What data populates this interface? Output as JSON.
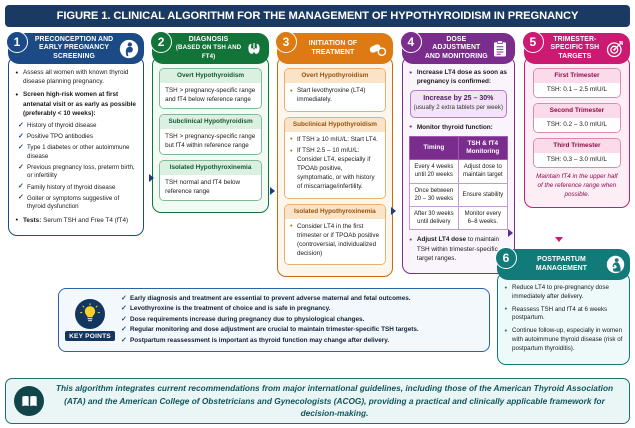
{
  "title": "FIGURE 1. CLINICAL ALGORITHM FOR THE MANAGEMENT OF HYPOTHYROIDISM IN PREGNANCY",
  "colors": {
    "title_bar": "#1b3a63",
    "step1": "#1b4a87",
    "step2": "#13743a",
    "step3": "#de7a13",
    "step4": "#7b2d8e",
    "step5": "#cc1a72",
    "step6": "#137a7a",
    "keypoints": "#12365f",
    "footer": "#1e7070"
  },
  "steps": [
    {
      "number": "1",
      "title": "PRECONCEPTION AND EARLY PREGNANCY SCREENING",
      "subtitle": "",
      "icon": "pregnant-woman-icon",
      "bullets": [
        "Assess all women with known thyroid disease planning pregnancy.",
        "Screen high-risk women at first antenatal visit or as early as possible (preferably < 10 weeks):"
      ],
      "bullet_strong_prefix": [
        "",
        "Screen high-risk women"
      ],
      "checks": [
        "History of thyroid disease",
        "Positive TPO antibodies",
        "Type 1 diabetes or other autoimmune disease",
        "Previous pregnancy loss, preterm birth, or infertility",
        "Family history of thyroid disease",
        "Goiter or symptoms suggestive of thyroid dysfunction"
      ],
      "tests_label": "Tests:",
      "tests_value": "Serum TSH and Free T4 (fT4)"
    },
    {
      "number": "2",
      "title": "DIAGNOSIS",
      "subtitle": "(Based on TSH and fT4)",
      "icon": "thyroid-gland-icon",
      "subboxes": [
        {
          "heading": "Overt Hypothyroidism",
          "lines": [
            "TSH > pregnancy-specific range and fT4 below reference range"
          ]
        },
        {
          "heading": "Subclinical Hypothyroidism",
          "lines": [
            "TSH > pregnancy-specific range but fT4 within reference range"
          ]
        },
        {
          "heading": "Isolated Hypothyroxinemia",
          "lines": [
            "TSH normal and fT4 below reference range"
          ]
        }
      ]
    },
    {
      "number": "3",
      "title": "INITIATION OF TREATMENT",
      "subtitle": "",
      "icon": "pills-capsule-icon",
      "subboxes": [
        {
          "heading": "Overt Hypothyroidism",
          "items": [
            "Start levothyroxine (LT4) immediately."
          ]
        },
        {
          "heading": "Subclinical Hypothyroidism",
          "items": [
            "If TSH ≥ 10 mIU/L: Start LT4.",
            "If TSH 2.5 – 10 mIU/L: Consider LT4, especially if TPOAb positive, symptomatic, or with history of miscarriage/infertility."
          ]
        },
        {
          "heading": "Isolated Hypothyroxinemia",
          "items": [
            "Consider LT4 in the first trimester or if TPOAb positive (controversial, individualized decision)"
          ]
        }
      ]
    },
    {
      "number": "4",
      "title": "DOSE ADJUSTMENT AND MONITORING",
      "subtitle": "",
      "icon": "clipboard-checklist-icon",
      "bullet_1": "Increase LT4 dose as soon as pregnancy is confirmed:",
      "dose_box": {
        "headline": "Increase by 25 – 30%",
        "note": "(usually 2 extra tablets per week)"
      },
      "bullet_2": "Monitor thyroid function:",
      "table": {
        "headers": [
          "Timing",
          "TSH & fT4 Monitoring"
        ],
        "rows": [
          [
            "Every 4 weeks until 20 weeks",
            "Adjust dose to maintain target"
          ],
          [
            "Once between 20 – 30 weeks",
            "Ensure stability"
          ],
          [
            "After 30 weeks until delivery",
            "Monitor every 6–8 weeks."
          ]
        ]
      },
      "bullet_3_strong": "Adjust LT4 dose",
      "bullet_3_rest": " to maintain TSH within trimester-specific target ranges."
    },
    {
      "number": "5",
      "title": "TRIMESTER-SPECIFIC TSH TARGETS",
      "subtitle": "",
      "icon": "target-bullseye-icon",
      "trimesters": [
        {
          "label": "First Trimester",
          "value": "TSH: 0.1 – 2.5 mIU/L"
        },
        {
          "label": "Second Trimester",
          "value": "TSH: 0.2 – 3.0 mIU/L"
        },
        {
          "label": "Third Trimester",
          "value": "TSH: 0.3 – 3.0 mIU/L"
        }
      ],
      "note": "Maintain fT4 in the upper half of the reference range when possible."
    },
    {
      "number": "6",
      "title": "POSTPARTUM MANAGEMENT",
      "subtitle": "",
      "icon": "breastfeeding-mother-icon",
      "bullets": [
        "Reduce LT4 to pre-pregnancy dose immediately after delivery.",
        "Reassess TSH and fT4 at 6 weeks postpartum.",
        "Continue follow-up, especially in women with autoimmune thyroid disease (risk of postpartum thyroiditis)."
      ]
    }
  ],
  "key_points": {
    "badge_label": "KEY POINTS",
    "icon": "lightbulb-icon",
    "items": [
      "Early diagnosis and treatment are essential to prevent adverse maternal and fetal outcomes.",
      "Levothyroxine is the treatment of choice and is safe in pregnancy.",
      "Dose requirements increase during pregnancy due to physiological changes.",
      "Regular monitoring and dose adjustment are crucial to maintain trimester-specific TSH targets.",
      "Postpartum reassessment is important as thyroid function may change after delivery."
    ]
  },
  "footer": {
    "icon": "open-book-icon",
    "text": "This algorithm integrates current recommendations from major international guidelines, including those of the American Thyroid Association (ATA) and the American College of Obstetricians and Gynecologists (ACOG), providing a practical and clinically applicable framework for decision-making."
  }
}
